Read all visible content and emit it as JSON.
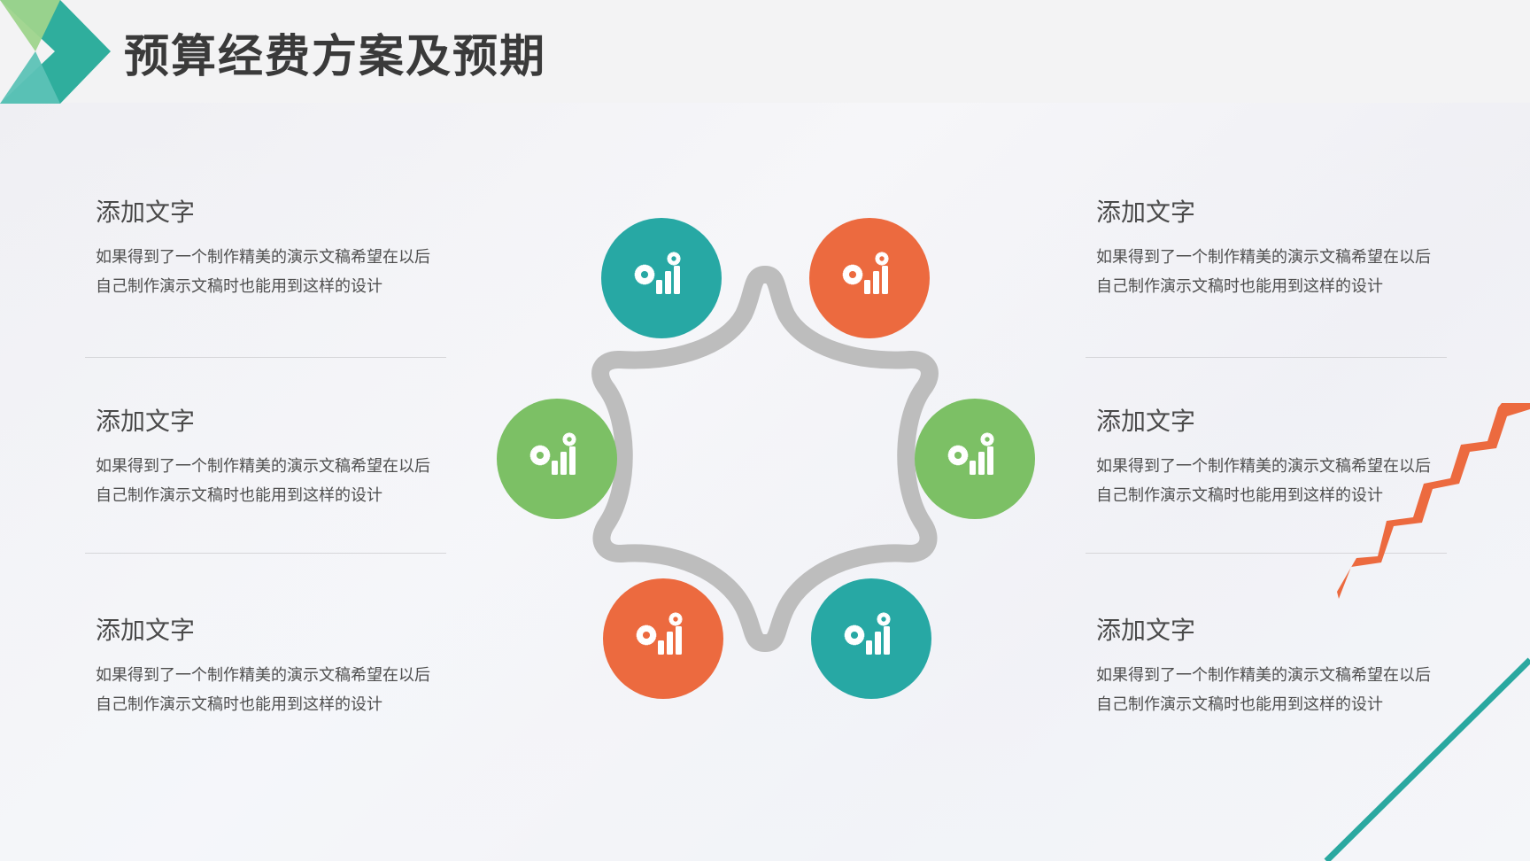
{
  "title": "预算经费方案及预期",
  "colors": {
    "teal": "#27a8a4",
    "orange": "#ec6a3f",
    "green": "#7cc065",
    "ring": "#bdbdbd",
    "logo_green": "#89c98a",
    "logo_teal": "#3eb3a6"
  },
  "items": [
    {
      "title": "添加文字",
      "body": "如果得到了一个制作精美的演示文稿希望在以后\n自己制作演示文稿时也能用到这样的设计"
    },
    {
      "title": "添加文字",
      "body": "如果得到了一个制作精美的演示文稿希望在以后\n自己制作演示文稿时也能用到这样的设计"
    },
    {
      "title": "添加文字",
      "body": "如果得到了一个制作精美的演示文稿希望在以后\n自己制作演示文稿时也能用到这样的设计"
    },
    {
      "title": "添加文字",
      "body": "如果得到了一个制作精美的演示文稿希望在以后\n自己制作演示文稿时也能用到这样的设计"
    },
    {
      "title": "添加文字",
      "body": "如果得到了一个制作精美的演示文稿希望在以后\n自己制作演示文稿时也能用到这样的设计"
    },
    {
      "title": "添加文字",
      "body": "如果得到了一个制作精美的演示文稿希望在以后\n自己制作演示文稿时也能用到这样的设计"
    }
  ],
  "nodes": [
    {
      "color": "teal",
      "icon": "gear-chart-icon"
    },
    {
      "color": "orange",
      "icon": "gear-chart-icon"
    },
    {
      "color": "green",
      "icon": "gear-chart-icon"
    },
    {
      "color": "green",
      "icon": "gear-chart-icon"
    },
    {
      "color": "orange",
      "icon": "gear-chart-icon"
    },
    {
      "color": "teal",
      "icon": "gear-chart-icon"
    }
  ]
}
